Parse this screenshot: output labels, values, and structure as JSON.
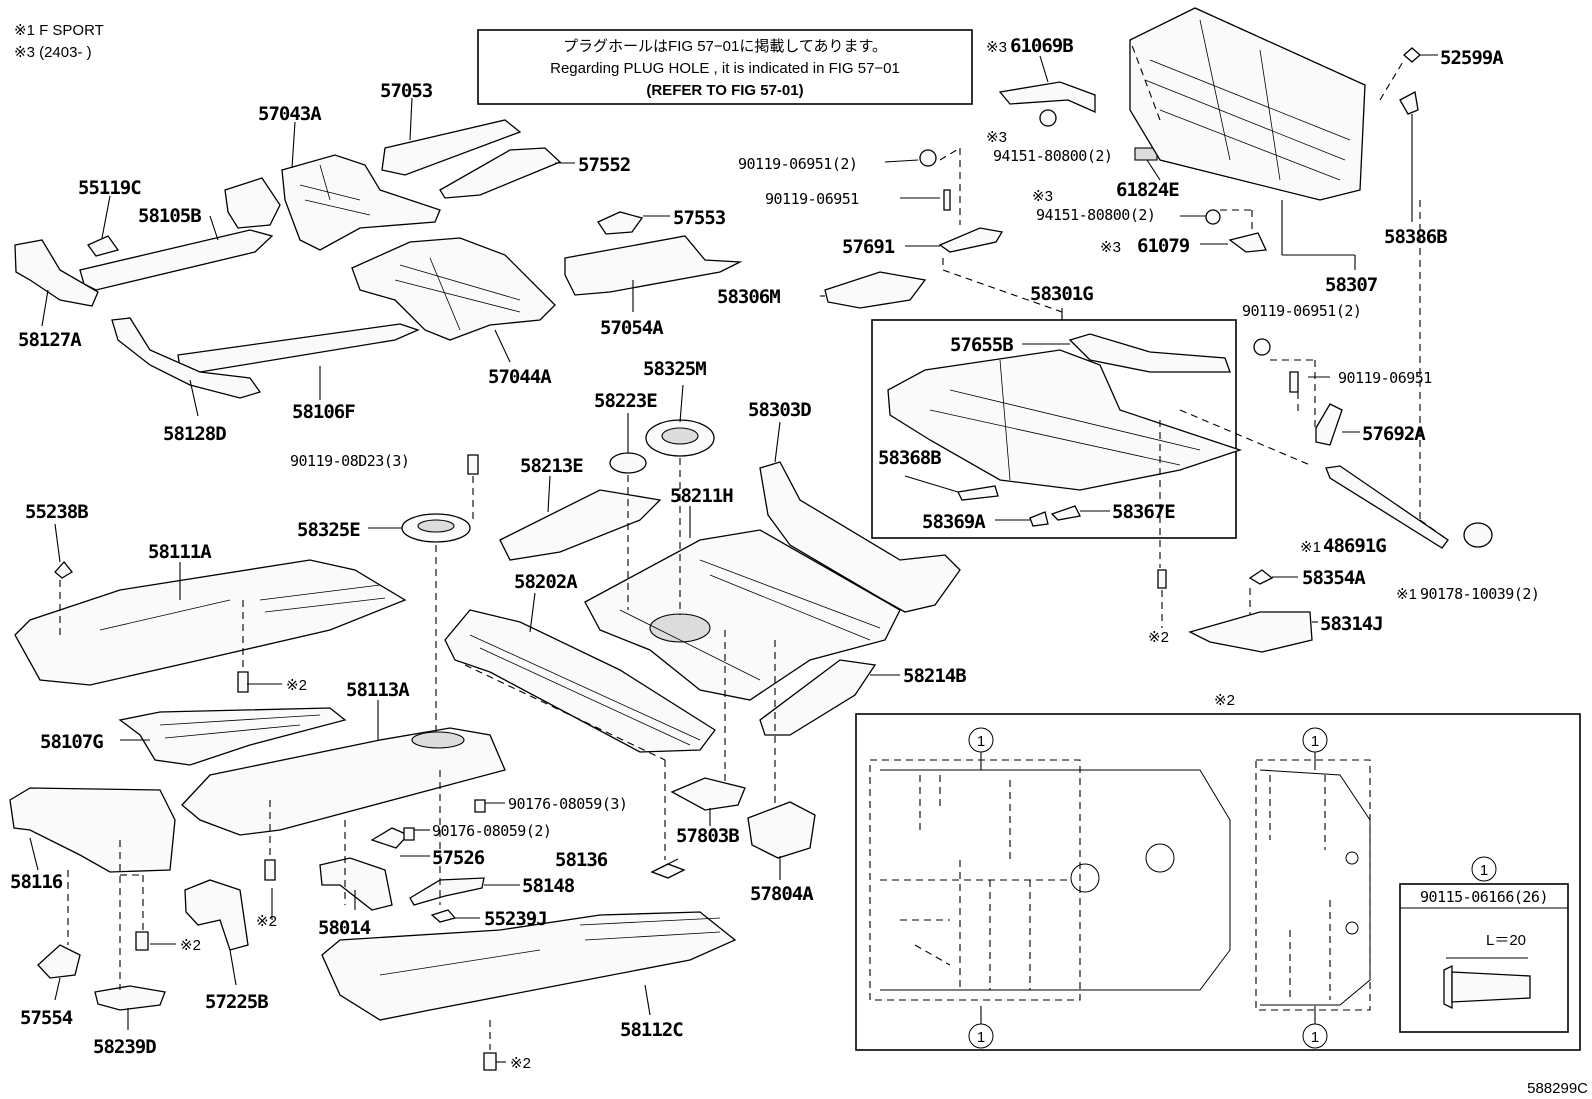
{
  "header_notes": {
    "line1": "※1 F SPORT",
    "line2": "※3 (2403-     )"
  },
  "info_box": {
    "line1": "プラグホールはFIG 57−01に掲載してあります。",
    "line2": "Regarding  PLUG  HOLE , it is indicated in FIG  57−01",
    "line3": "(REFER TO FIG 57-01)"
  },
  "part_labels": {
    "p57053": "57053",
    "p57043A": "57043A",
    "p57552": "57552",
    "p55119C": "55119C",
    "p58105B": "58105B",
    "p57553": "57553",
    "p58127A": "58127A",
    "p57054A": "57054A",
    "p58106F": "58106F",
    "p57044A": "57044A",
    "p58128D": "58128D",
    "p58325M": "58325M",
    "p58223E": "58223E",
    "p58303D": "58303D",
    "p90119_08D23": "90119-08D23(3)",
    "p58213E": "58213E",
    "p55238B": "55238B",
    "p58211H": "58211H",
    "p58325E": "58325E",
    "p58111A": "58111A",
    "p58202A": "58202A",
    "p58214B": "58214B",
    "p58113A": "58113A",
    "p58107G": "58107G",
    "p90176_3": "90176-08059(3)",
    "p90176_2": "90176-08059(2)",
    "p57526": "57526",
    "p58136": "58136",
    "p57803B": "57803B",
    "p58148": "58148",
    "p58116": "58116",
    "p58014": "58014",
    "p55239J": "55239J",
    "p57804A": "57804A",
    "p57554": "57554",
    "p57225B": "57225B",
    "p58112C": "58112C",
    "p58239D": "58239D",
    "p61069B": "61069B",
    "p94151_a": "94151-80800(2)",
    "p90119_06951_2a": "90119-06951(2)",
    "p90119_06951_a": "90119-06951",
    "p61824E": "61824E",
    "p94151_b": "94151-80800(2)",
    "p57691": "57691",
    "p61079": "61079",
    "p58306M": "58306M",
    "p52599A": "52599A",
    "p58386B": "58386B",
    "p58307": "58307",
    "p58301G": "58301G",
    "p90119_06951_2b": "90119-06951(2)",
    "p57655B": "57655B",
    "p90119_06951_b": "90119-06951",
    "p57692A": "57692A",
    "p58368B": "58368B",
    "p58369A": "58369A",
    "p58367E": "58367E",
    "p48691G": "48691G",
    "p58354A": "58354A",
    "p90178": "90178-10039(2)",
    "p58314J": "58314J",
    "p90115": "90115-06166(26)"
  },
  "marks": {
    "ref2": "※2",
    "ref3": "※3",
    "ref1": "※1",
    "circled_one": "1",
    "length_label": "L＝20"
  },
  "footer": {
    "code": "588299C"
  }
}
